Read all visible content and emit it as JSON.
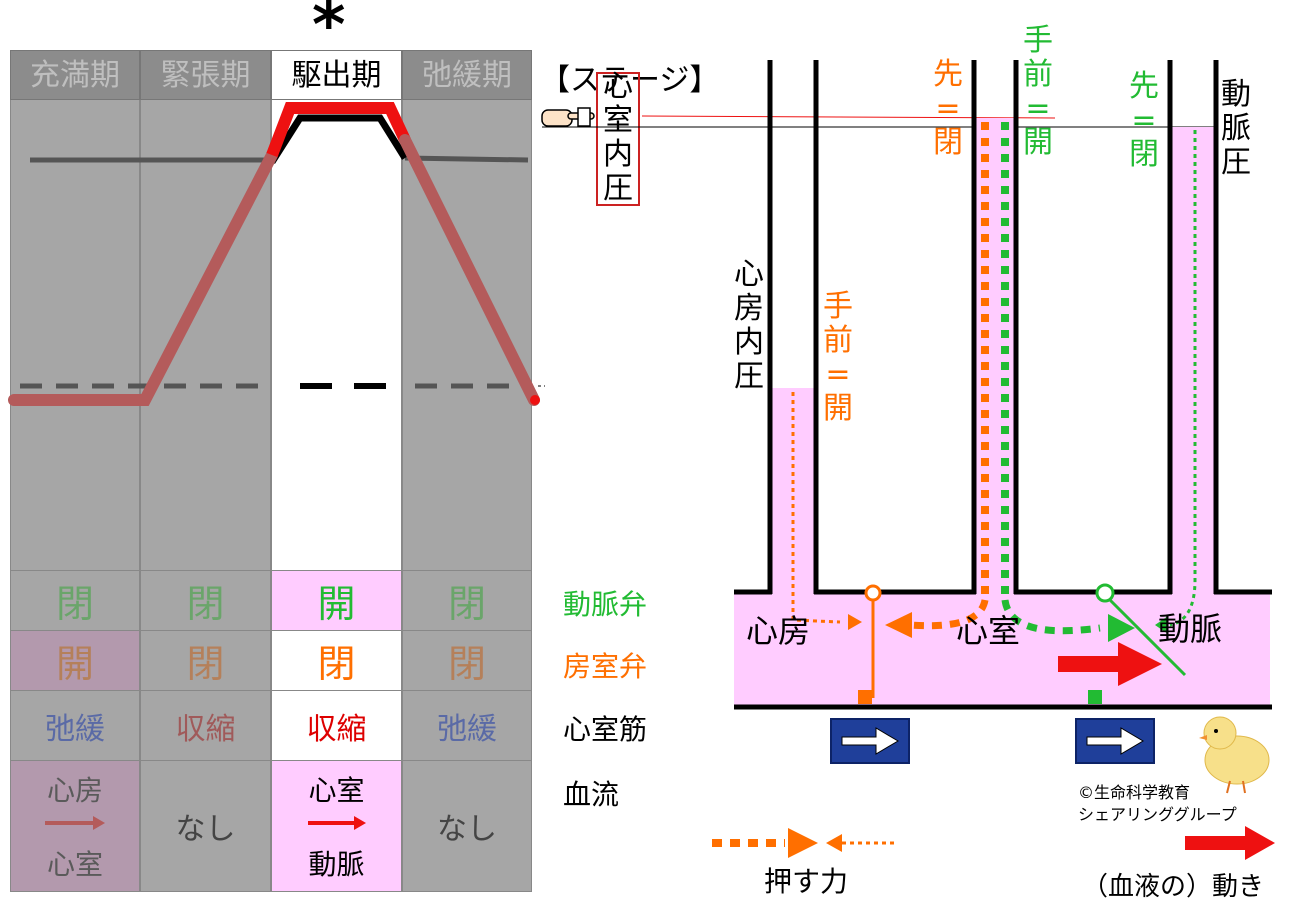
{
  "asterisk": "*",
  "phases": [
    {
      "name": "充満期",
      "aortic_valve": "閉",
      "av_valve": "開",
      "muscle": "弛緩",
      "flow_from": "心房",
      "flow_to": "心室",
      "flow_none": ""
    },
    {
      "name": "緊張期",
      "aortic_valve": "閉",
      "av_valve": "閉",
      "muscle": "収縮",
      "flow_from": "",
      "flow_to": "",
      "flow_none": "なし"
    },
    {
      "name": "駆出期",
      "aortic_valve": "開",
      "av_valve": "閉",
      "muscle": "収縮",
      "flow_from": "心室",
      "flow_to": "動脈",
      "flow_none": ""
    },
    {
      "name": "弛緩期",
      "aortic_valve": "閉",
      "av_valve": "閉",
      "muscle": "弛緩",
      "flow_from": "",
      "flow_to": "",
      "flow_none": "なし"
    }
  ],
  "row_labels": {
    "aortic_valve": "動脈弁",
    "av_valve": "房室弁",
    "muscle": "心室筋",
    "flow": "血流"
  },
  "stage": {
    "bracket_label": "【ステージ】",
    "ventricular_pressure": "心室内圧",
    "atrial_pressure": "心房内圧",
    "arterial_pressure": "動脈圧",
    "av_valve_label": {
      "front": "手前",
      "eq": "=",
      "state": "開"
    },
    "av_valve_back": {
      "front": "先",
      "eq": "=",
      "state": "閉"
    },
    "aortic_valve_front": {
      "front": "手前",
      "eq": "=",
      "state": "開"
    },
    "aortic_valve_back": {
      "front": "先",
      "eq": "=",
      "state": "閉"
    },
    "chambers": {
      "atrium": "心房",
      "ventricle": "心室",
      "artery": "動脈"
    }
  },
  "legend": {
    "push": "押す力",
    "motion": "（血液の）動き"
  },
  "copyright": [
    "©生命科学教育",
    "シェアリンググループ"
  ],
  "colors": {
    "gray_bg": "#a6a6a6",
    "pink": "#ffccff",
    "green": "#22bb33",
    "orange": "#ff6f00",
    "red": "#ee1111",
    "pressure_line": "#b45b5b",
    "sign_blue": "#1f3f9a"
  }
}
